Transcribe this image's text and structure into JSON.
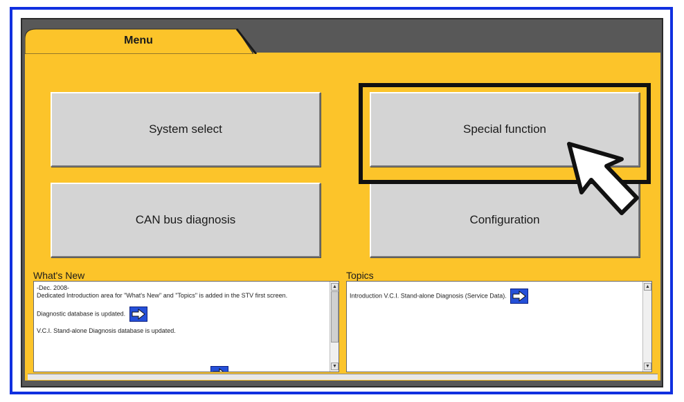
{
  "tab": {
    "label": "Menu"
  },
  "buttons": {
    "system_select": "System select",
    "special_function": "Special function",
    "can_bus": "CAN bus diagnosis",
    "configuration": "Configuration"
  },
  "whats_new": {
    "title": "What's New",
    "line1": "-Dec. 2008-",
    "line2": "Dedicated Introduction area for \"What's New\" and \"Topics\" is added in the STV first screen.",
    "line3": "Diagnostic database is updated.",
    "line4": "V.C.I. Stand-alone Diagnosis database is updated."
  },
  "topics": {
    "title": "Topics",
    "line1": "Introduction V.C.I. Stand-alone Diagnosis (Service Data)."
  },
  "colors": {
    "panel": "#fcc42a",
    "frame": "#1030e0",
    "button": "#d4d4d4",
    "arrow_button": "#2550d8"
  },
  "icons": [
    "right-arrow-icon",
    "pointer-cursor-icon",
    "scroll-up-icon",
    "scroll-down-icon"
  ]
}
